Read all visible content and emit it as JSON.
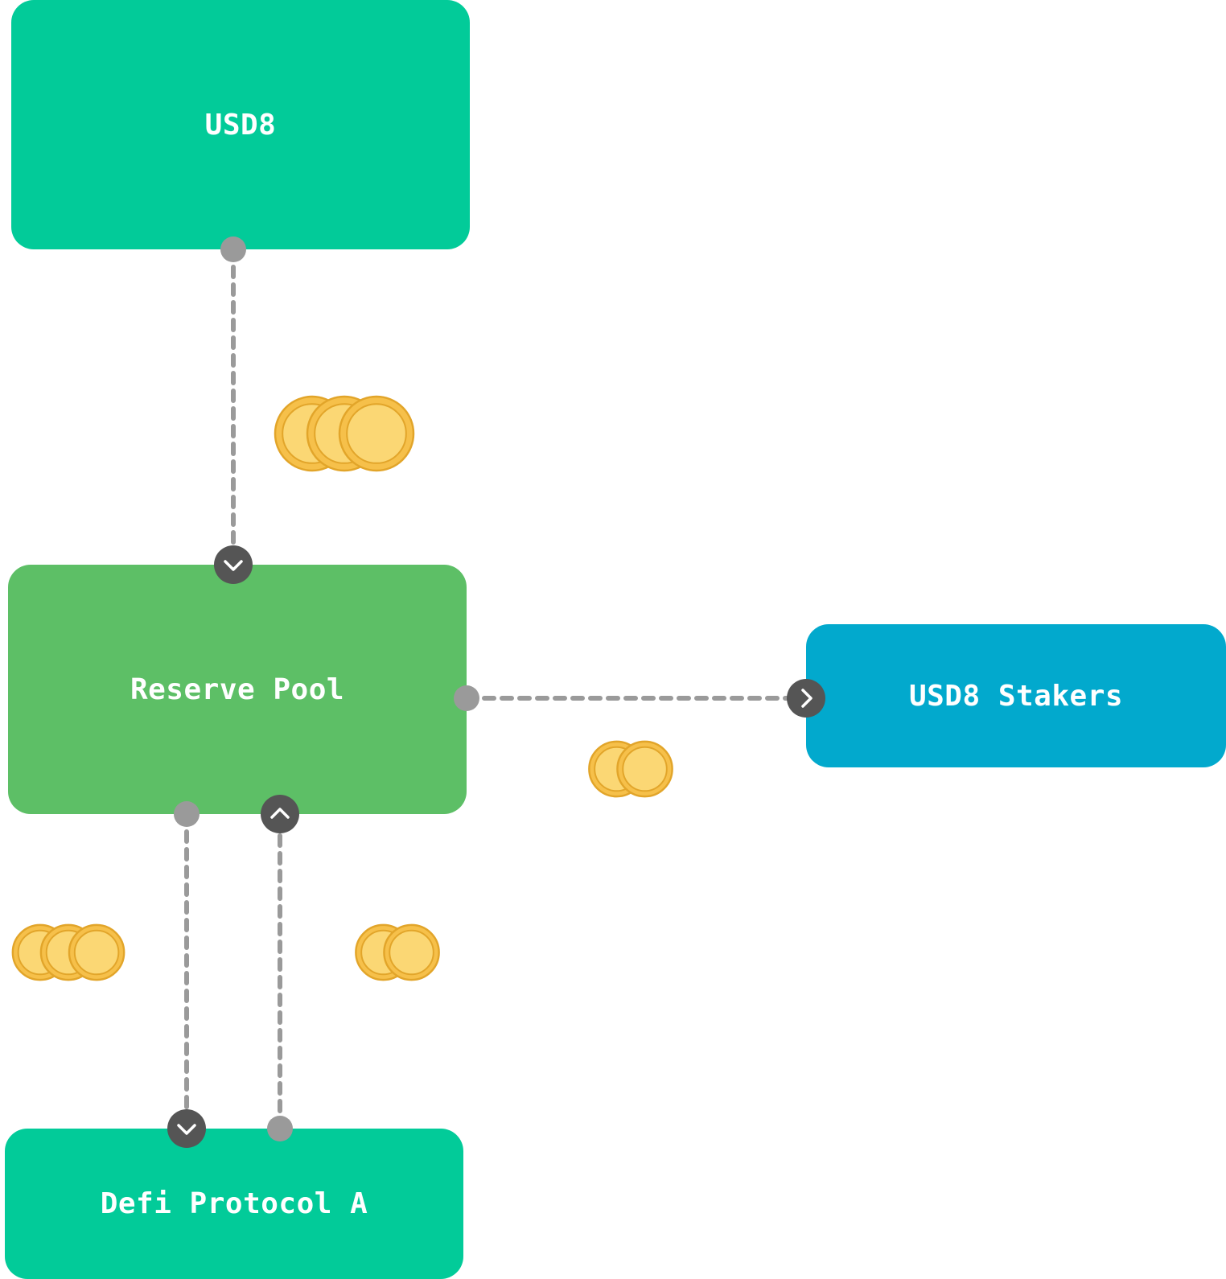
{
  "colors": {
    "usd8": "#02CB99",
    "reserve_pool": "#5DBF66",
    "stakers": "#02A9CD",
    "defi": "#02CB99",
    "wire": "#9A9A9A",
    "handle_dark": "#555555",
    "coin_fill": "#F6C04A",
    "coin_edge": "#E2A52A",
    "coin_highlight": "#FBD774"
  },
  "nodes": {
    "usd8": {
      "label": "USD8"
    },
    "reserve_pool": {
      "label": "Reserve Pool"
    },
    "stakers": {
      "label": "USD8 Stakers"
    },
    "defi": {
      "label": "Defi Protocol A"
    }
  },
  "flows": [
    {
      "from": "usd8",
      "to": "reserve_pool",
      "coins": 3
    },
    {
      "from": "reserve_pool",
      "to": "stakers",
      "coins": 2
    },
    {
      "from": "reserve_pool",
      "to": "defi",
      "coins": 3
    },
    {
      "from": "defi",
      "to": "reserve_pool",
      "coins": 2
    }
  ],
  "icons": {
    "arrow_in": "chevron-icon",
    "port_out": "port-dot-icon",
    "coin": "coin-icon"
  }
}
